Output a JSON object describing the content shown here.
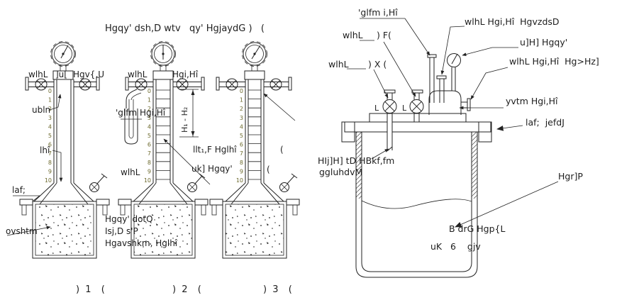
{
  "colors": {
    "line": "#222222",
    "text": "#1d1d1d",
    "scale_text": "#6d6a2e",
    "background": "#ffffff"
  },
  "title": "Hgqy' dsh,D wtv   qy' HgjaydG )   (",
  "scale": {
    "marks": [
      "0",
      "1",
      "2",
      "3",
      "4",
      "5",
      "6",
      "7",
      "8",
      "9",
      "10"
    ]
  },
  "apparatus1": {
    "caption": ") 1  (",
    "valve_left_label": "wlhL",
    "bracket_label": "]u[",
    "valve_right_label": "Hgv{,U",
    "tube_label": "ubln",
    "water_label": "lhî",
    "flange_label": "laf;",
    "sample_label": "ovshtm"
  },
  "apparatus2": {
    "caption": ") 2  (",
    "valve_left_label": "wlhL",
    "valve_right_label": "Hgi,Hî",
    "probe_label": "'glfm Hgi,Hî",
    "lower_valve_label": "wlhL",
    "dimension_label": "H₁ - H₂",
    "note_line1": "llt₁,F Hglhî",
    "note_line1_paren": "(",
    "note_line2": "uk] Hgqy'",
    "note_line2_paren": "(",
    "footer_line1": "Hgqy' dotQ",
    "footer_line2": "Isj,D s'P",
    "footer_line3": "Hgavshkm, Hglhî"
  },
  "apparatus3": {
    "caption": ") 3  ("
  },
  "right_panel": {
    "probe_label": "'glfm i,Hî",
    "valve_f_label": "wlhL",
    "valve_f_suffix": ") F(",
    "valve_x_label": "wlhL",
    "valve_x_suffix": ") X (",
    "main_valve_label": "wlhL Hgi,Hî  HgvzdsD",
    "gauge_label": "u]H] Hgqy'",
    "spare_valve_label": "wlhL Hgi,Hî  Hg>Hz]",
    "chamber_label": "yvtm Hgi,Hî",
    "flange_label": "laf;  jefdJ",
    "dip_tube_label_line1": "HIj]H] tD HBkf,fm",
    "dip_tube_label_line2": "ggluhdvM",
    "liquid_label": "Hgr]P",
    "volume_note_line1": "B drG Hgp{L",
    "volume_note_line2": "uK   6    gjv",
    "valve_tag_left": "L",
    "valve_tag_right": "L"
  }
}
